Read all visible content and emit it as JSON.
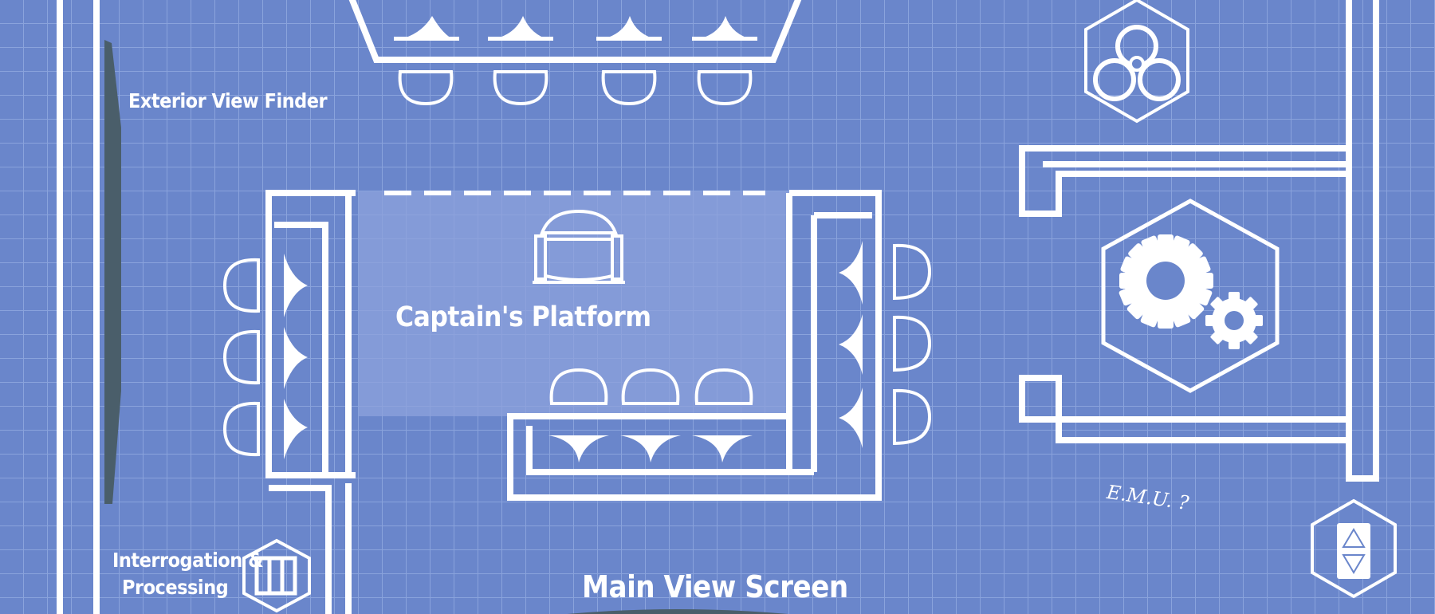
{
  "colors": {
    "background": "#6a86cb",
    "grid": "#8aa3dc",
    "line": "#ffffff",
    "panel": "#4a5e6a",
    "platform_fill": "#8ea2dc"
  },
  "labels": {
    "exterior_view_finder": "Exterior View Finder",
    "captains_platform": "Captain's Platform",
    "interrogation": "Interrogation &",
    "processing": "Processing",
    "main_view_screen": "Main View Screen",
    "emu_note": "E.M.U. ?"
  },
  "icons": {
    "biohazard": "biohazard-icon",
    "gears": "gears-icon",
    "elevator": "elevator-arrows-icon",
    "cells": "cell-bars-icon"
  }
}
